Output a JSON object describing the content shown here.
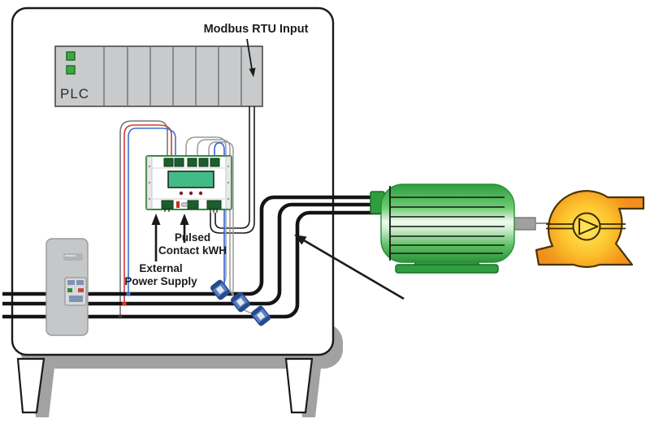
{
  "labels": {
    "modbus_rtu_input": "Modbus RTU Input",
    "plc": "PLC",
    "pulsed_line1": "Pulsed",
    "pulsed_line2": "Contact kWH",
    "external_line1": "External",
    "external_line2": "Power Supply"
  },
  "components": {
    "enclosure": "control-cabinet",
    "plc_rack": {
      "label": "PLC",
      "slot_count": 8,
      "led_count": 2
    },
    "energy_meter": "pulse-output-kwh-meter",
    "breaker": "circuit-breaker",
    "current_transformers": {
      "count": 3
    },
    "phase_conductors": {
      "count": 3
    },
    "motor": "electric-motor",
    "pump": "centrifugal-pump"
  },
  "colors": {
    "cable_black": "#141414",
    "wire_red": "#d5382c",
    "wire_blue": "#3d6fd6",
    "wire_gray": "#777777",
    "ct_wire_gray": "#9a9a9a",
    "ct_blue": "#5a7ec0",
    "ct_blue_dark": "#274a8e",
    "lcd_green": "#42bb87",
    "led_green": "#3aa93f",
    "meter_green": "#2f8a3d",
    "motor_green_dark": "#2f9e3e",
    "motor_highlight": "#f1faf0",
    "pump_yellow": "#ffe95e",
    "pump_orange": "#f39a1e",
    "pump_outline": "#4a3300",
    "plc_gray": "#c9cacb",
    "breaker_gray": "#c6c7c8",
    "shadow_gray": "#a2a2a2"
  }
}
